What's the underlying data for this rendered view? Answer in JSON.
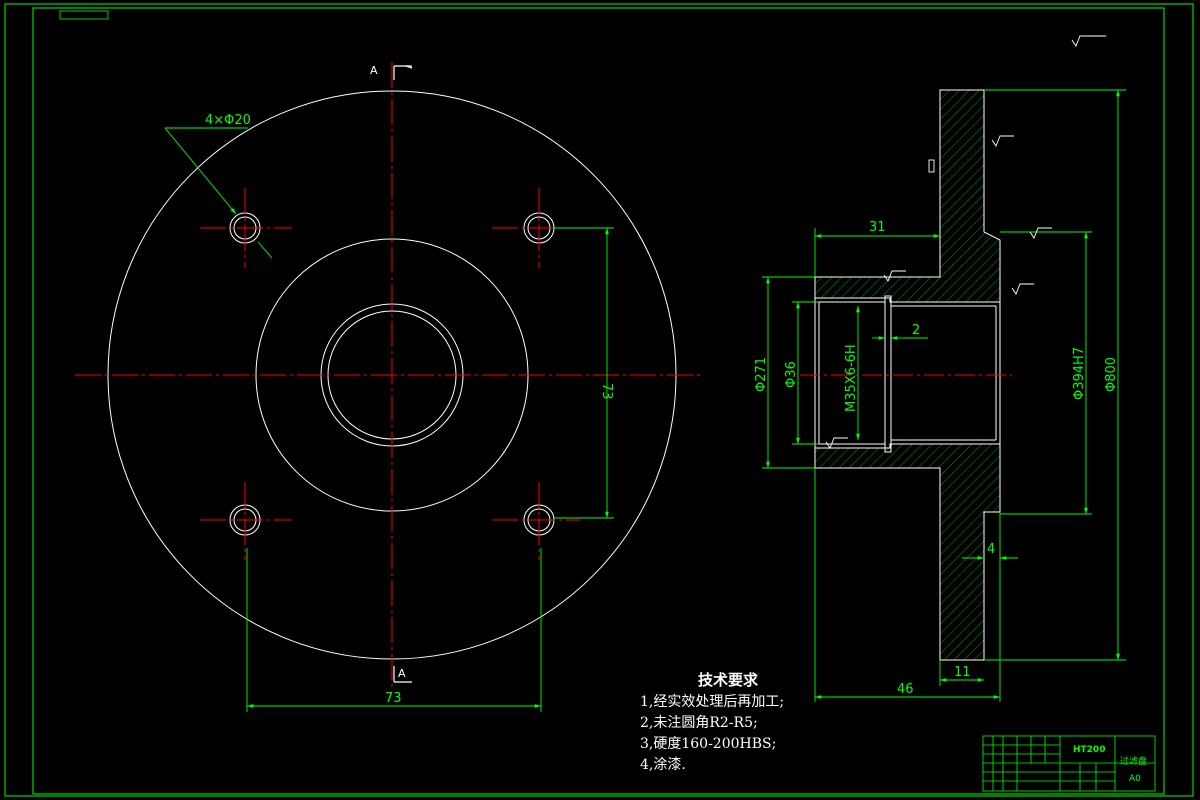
{
  "view_labels": {
    "section_mark_top": "A",
    "section_mark_bottom": "A"
  },
  "front_view": {
    "hole_callout": "4×Φ20",
    "dim_bolt_horizontal": "73",
    "dim_bolt_vertical": "73"
  },
  "section_view": {
    "dim_hub_length": "31",
    "dim_groove": "2",
    "dim_hub_od": "Φ271",
    "dim_bore": "Φ36",
    "dim_thread": "M35X6-6H",
    "dim_spigot": "Φ394H7",
    "dim_outer_dia": "Φ800",
    "dim_recess": "4",
    "dim_flange_thickness": "11",
    "dim_total_length": "46"
  },
  "technical_requirements": {
    "title": "技术要求",
    "items": [
      "1,经实效处理后再加工;",
      "2,未注圆角R2-R5;",
      "3,硬度160-200HBS;",
      "4,涂漆."
    ]
  },
  "title_block": {
    "material": "HT200",
    "part_name": "过滤盘",
    "sheet_size": "A0"
  },
  "colors": {
    "background": "#000000",
    "border": "#00ff00",
    "outline": "#ffffff",
    "centerline": "#ff0000",
    "dimension": "#00ff00",
    "hatch": "#00ff00"
  }
}
